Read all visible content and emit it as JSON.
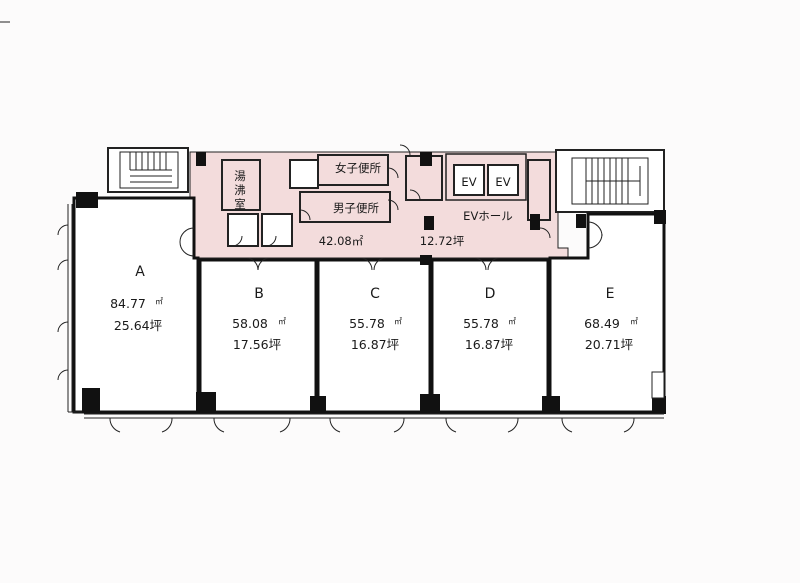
{
  "colors": {
    "paper": "#fcfbfb",
    "common_area": "#f3dcdc",
    "wall": "#111111",
    "line": "#222222"
  },
  "units": [
    {
      "id": "A",
      "area_m2": "84.77",
      "unit_m2": "㎡",
      "area_tsubo": "25.64坪"
    },
    {
      "id": "B",
      "area_m2": "58.08",
      "unit_m2": "㎡",
      "area_tsubo": "17.56坪"
    },
    {
      "id": "C",
      "area_m2": "55.78",
      "unit_m2": "㎡",
      "area_tsubo": "16.87坪"
    },
    {
      "id": "D",
      "area_m2": "55.78",
      "unit_m2": "㎡",
      "area_tsubo": "16.87坪"
    },
    {
      "id": "E",
      "area_m2": "68.49",
      "unit_m2": "㎡",
      "area_tsubo": "20.71坪"
    }
  ],
  "common": {
    "area_m2": "42.08㎡",
    "area_tsubo": "12.72坪"
  },
  "rooms": {
    "kitchenette_line1": "湯",
    "kitchenette_line2": "沸",
    "kitchenette_line3": "室",
    "womens_toilet": "女子便所",
    "mens_toilet": "男子便所",
    "ev1": "EV",
    "ev2": "EV",
    "ev_hall": "EVホール"
  }
}
